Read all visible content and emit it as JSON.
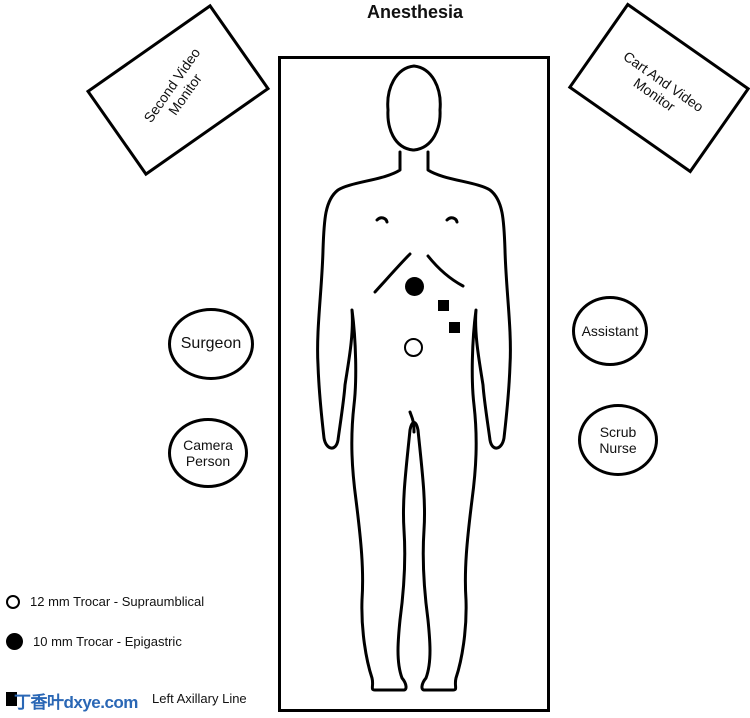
{
  "title": "Anesthesia",
  "monitors": {
    "second": [
      "Second Video",
      "Monitor"
    ],
    "cart": [
      "Cart And Video",
      "Monitor"
    ]
  },
  "roles": {
    "surgeon": "Surgeon",
    "camera": [
      "Camera",
      "Person"
    ],
    "assistant": "Assistant",
    "scrub": [
      "Scrub",
      "Nurse"
    ]
  },
  "legend": [
    {
      "symbol": "open-circle",
      "label": "12 mm Trocar - Supraumblical"
    },
    {
      "symbol": "filled-circle",
      "label": "10 mm Trocar - Epigastric"
    },
    {
      "symbol": "filled-square",
      "label": "Left Axillary Line"
    }
  ],
  "watermark": "丁香叶dxye.com",
  "colors": {
    "line": "#000000",
    "watermark": "#2a67b5"
  }
}
